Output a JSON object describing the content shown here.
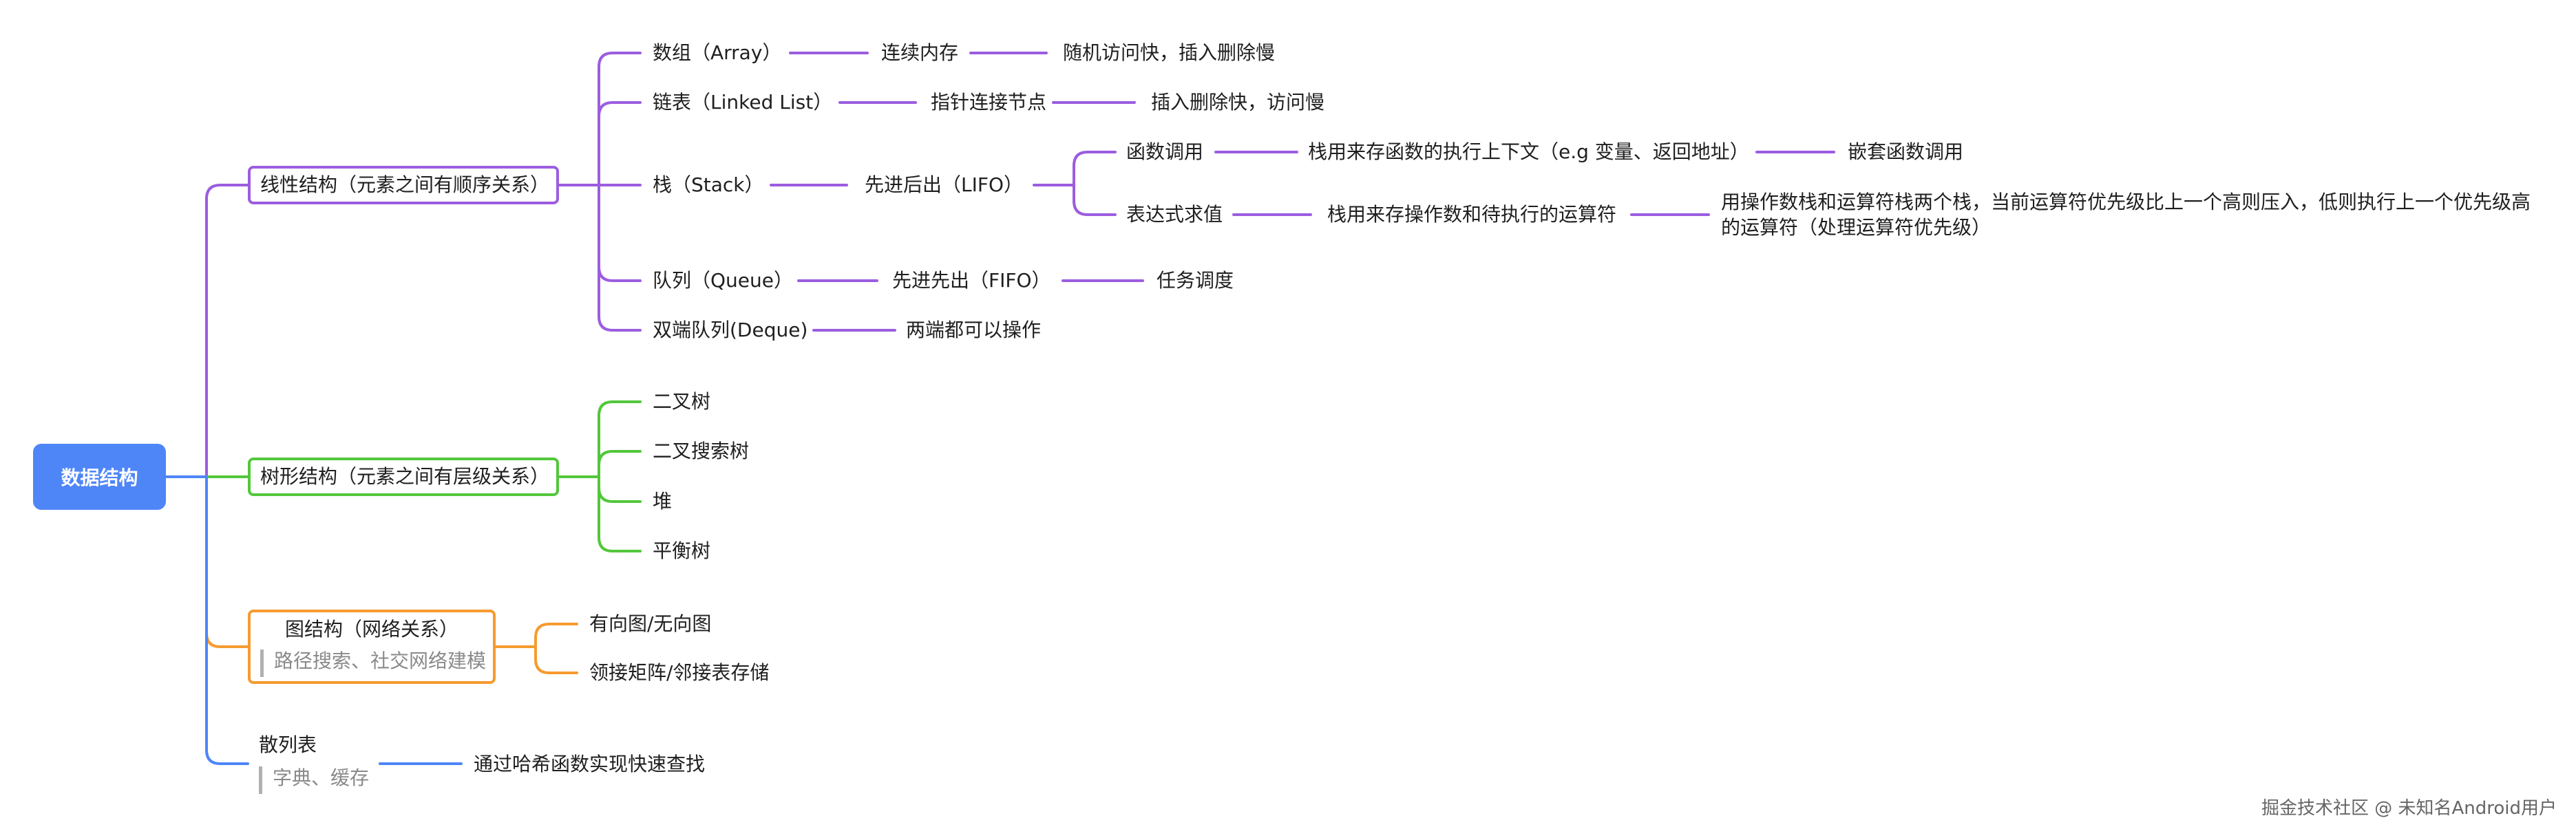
{
  "colors": {
    "purple": "#9c5de0",
    "green": "#52c73b",
    "orange": "#f59b2f",
    "blue": "#4f86f7"
  },
  "root": "数据结构",
  "branches": {
    "linear": {
      "label": "线性结构（元素之间有顺序关系）",
      "array": {
        "name": "数组（Array）",
        "feature": "连续内存",
        "detail": "随机访问快，插入删除慢"
      },
      "linked": {
        "name": "链表（Linked List）",
        "feature": "指针连接节点",
        "detail": "插入删除快，访问慢"
      },
      "stack": {
        "name": "栈（Stack）",
        "feature": "先进后出（LIFO）",
        "use1": "函数调用",
        "use1_detail": "栈用来存函数的执行上下文（e.g 变量、返回地址）",
        "use1_example": "嵌套函数调用",
        "use2": "表达式求值",
        "use2_detail": "栈用来存操作数和待执行的运算符",
        "use2_example_line1": "用操作数栈和运算符栈两个栈，当前运算符优先级比上一个高则压入，低则执行上一个优先级高",
        "use2_example_line2": "的运算符（处理运算符优先级）"
      },
      "queue": {
        "name": "队列（Queue）",
        "feature": "先进先出（FIFO）",
        "detail": "任务调度"
      },
      "deque": {
        "name": "双端队列(Deque)",
        "feature": "两端都可以操作"
      }
    },
    "tree": {
      "label": "树形结构（元素之间有层级关系）",
      "items": [
        "二叉树",
        "二叉搜索树",
        "堆",
        "平衡树"
      ]
    },
    "graph": {
      "label": "图结构（网络关系）",
      "note": "路径搜索、社交网络建模",
      "items": [
        "有向图/无向图",
        "领接矩阵/邻接表存储"
      ]
    },
    "hash": {
      "label": "散列表",
      "note": "字典、缓存",
      "detail": "通过哈希函数实现快速查找"
    }
  },
  "watermark": "掘金技术社区 @ 未知名Android用户"
}
